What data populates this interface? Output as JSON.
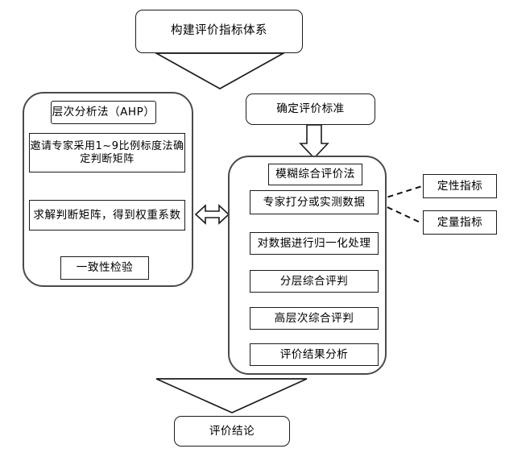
{
  "diagram": {
    "title_node": {
      "label": "构建评价指标体系"
    },
    "left_panel": {
      "name": "AHP 方法面板",
      "heading": {
        "label": "层次分析法（AHP）"
      },
      "steps": [
        {
          "label": "邀请专家采用1~9比例标度法确\n定判断矩阵"
        },
        {
          "label": "求解判断矩阵，得到权重系数"
        },
        {
          "label": "一致性检验"
        }
      ]
    },
    "right_branch": {
      "criteria_node": {
        "label": "确定评价标准"
      },
      "panel": {
        "name": "模糊综合评价面板",
        "heading": {
          "label": "模糊综合评价法"
        },
        "steps": [
          {
            "label": "专家打分或实测数据"
          },
          {
            "label": "对数据进行归一化处理"
          },
          {
            "label": "分层综合评判"
          },
          {
            "label": "高层次综合评判"
          },
          {
            "label": "评价结果分析"
          }
        ]
      }
    },
    "side_labels": [
      {
        "label": "定性指标"
      },
      {
        "label": "定量指标"
      }
    ],
    "conclusion_node": {
      "label": "评价结论"
    },
    "connectors": {
      "top_arrow": "wide-triangle-down",
      "criteria_arrow": "block-arrow-down",
      "panel_link": "double-headed-arrow-horizontal",
      "qualitative_link": "dashed-line",
      "quantitative_link": "dashed-line",
      "bottom_arrow": "wide-triangle-down"
    },
    "colors": {
      "stroke": "#1b1b1b",
      "panel_stroke": "#4a4a4a",
      "background": "#ffffff"
    }
  }
}
